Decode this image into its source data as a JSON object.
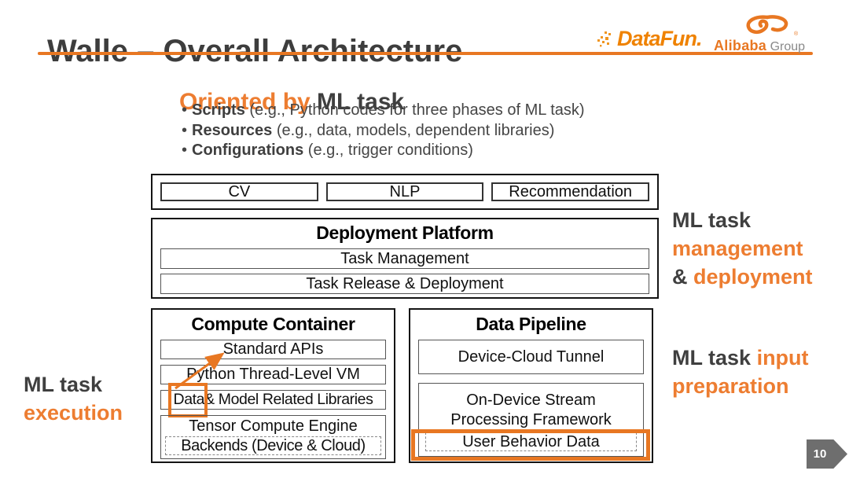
{
  "slide": {
    "title": "Walle – Overall Architecture",
    "page_number": "10"
  },
  "logos": {
    "datafun": "DataFun.",
    "alibaba_name": "Alibaba",
    "alibaba_group": "Group",
    "alibaba_reg": "®"
  },
  "intro": {
    "bullet_char": "•",
    "heading": {
      "orange": "Oriented by",
      "dark": "ML task"
    },
    "bullets": [
      {
        "bold": "Scripts",
        "rest": " (e.g., Python codes for three phases of ML task)"
      },
      {
        "bold": "Resources",
        "rest": " (e.g., data, models, dependent libraries)"
      },
      {
        "bold": "Configurations",
        "rest": " (e.g., trigger conditions)"
      }
    ]
  },
  "diagram": {
    "apps": [
      "CV",
      "NLP",
      "Recommendation"
    ],
    "deployment": {
      "title": "Deployment Platform",
      "rows": [
        "Task Management",
        "Task Release & Deployment"
      ]
    },
    "compute": {
      "title": "Compute Container",
      "row_apis": "Standard APIs",
      "row_vm": "Python Thread-Level VM",
      "lib_data": "Data",
      "lib_rest": " & Model Related Libraries",
      "engine_title": "Tensor Compute Engine",
      "engine_backends": "Backends (Device & Cloud)"
    },
    "pipeline": {
      "title": "Data Pipeline",
      "row_tunnel": "Device-Cloud Tunnel",
      "row_stream": "On-Device Stream Processing Framework",
      "row_user_data": "User Behavior Data"
    }
  },
  "labels": {
    "management": {
      "dark": "ML task",
      "orange_line": "management",
      "amp": "&",
      "orange_word": "deployment"
    },
    "input": {
      "dark": "ML task",
      "orange_word": "input",
      "orange_line": "preparation"
    },
    "execution": {
      "dark": "ML task",
      "orange_line": "execution"
    }
  },
  "colors": {
    "accent_orange": "#ED7D31",
    "highlight_orange": "#E87722",
    "dark_text": "#3F3F3F",
    "badge_gray": "#6E6E6E"
  }
}
